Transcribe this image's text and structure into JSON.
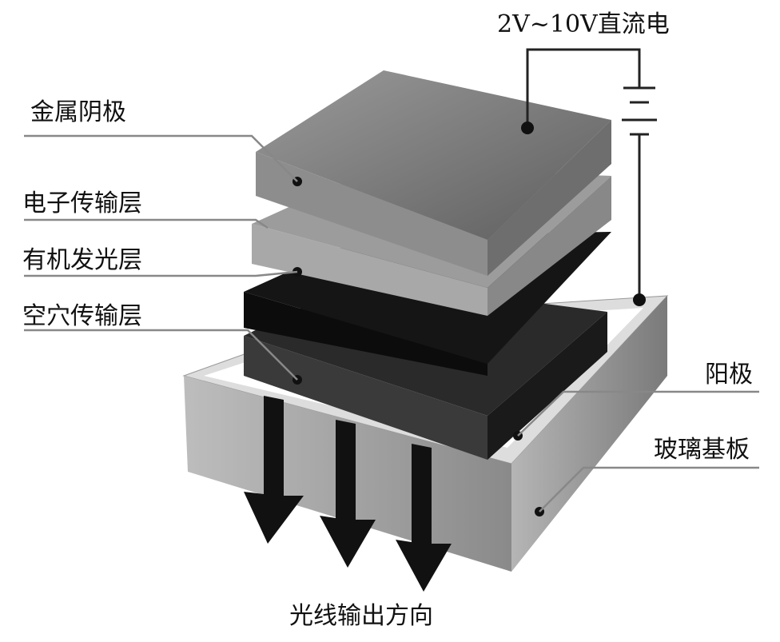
{
  "diagram": {
    "power_label": "2V~10V直流电",
    "left_labels": [
      "金属阴极",
      "电子传输层",
      "有机发光层",
      "空穴传输层"
    ],
    "right_labels": [
      "阳极",
      "玻璃基板"
    ],
    "bottom_label": "光线输出方向"
  }
}
